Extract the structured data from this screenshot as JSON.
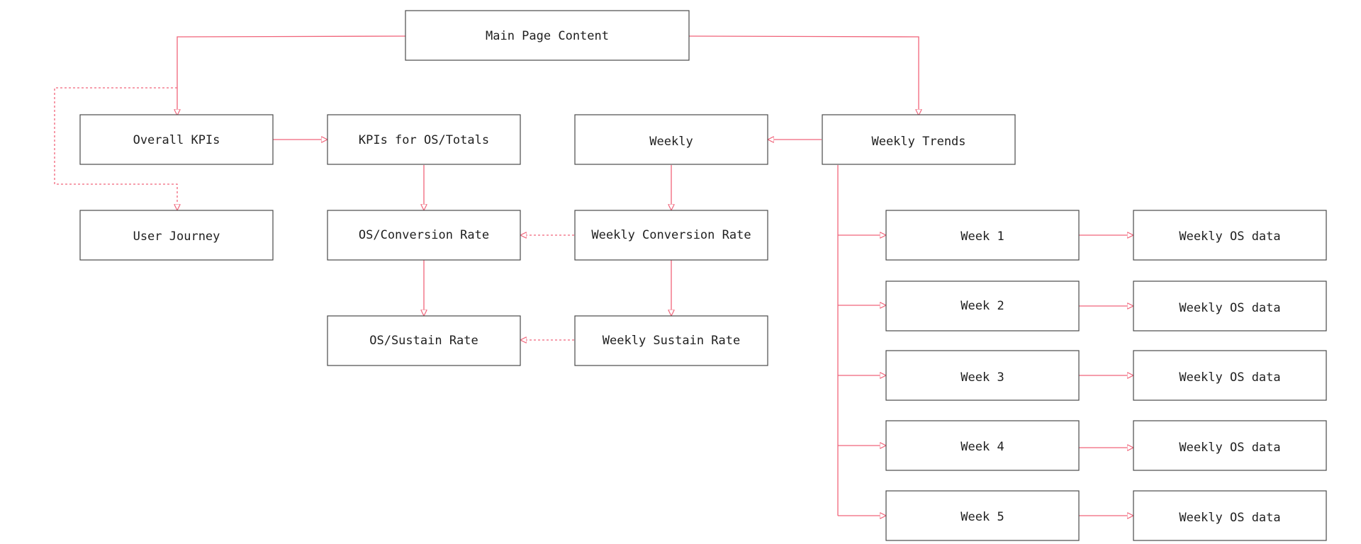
{
  "accent_color": "#f0647a",
  "border_color": "#4a4a4a",
  "nodes": {
    "main": "Main Page Content",
    "overall_kpis": "Overall KPIs",
    "kpis_os_totals": "KPIs for OS/Totals",
    "weekly": "Weekly",
    "weekly_trends": "Weekly Trends",
    "user_journey": "User Journey",
    "os_conversion_rate": "OS/Conversion Rate",
    "weekly_conversion_rate": "Weekly Conversion Rate",
    "os_sustain_rate": "OS/Sustain Rate",
    "weekly_sustain_rate": "Weekly Sustain Rate",
    "week_1": "Week 1",
    "week_2": "Week 2",
    "week_3": "Week 3",
    "week_4": "Week 4",
    "week_5": "Week 5",
    "week_1_os": "Weekly OS data",
    "week_2_os": "Weekly OS data",
    "week_3_os": "Weekly OS data",
    "week_4_os": "Weekly OS data",
    "week_5_os": "Weekly OS data"
  }
}
